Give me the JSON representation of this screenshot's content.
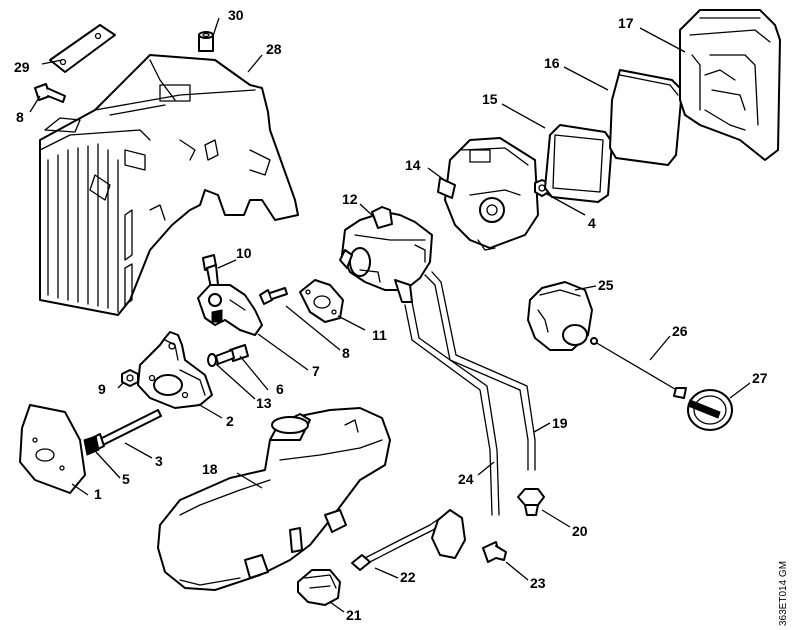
{
  "drawing_code": "363ET014 GM",
  "callouts": {
    "p1": "1",
    "p2": "2",
    "p3": "3",
    "p4": "4",
    "p5": "5",
    "p6": "6",
    "p7": "7",
    "p8a": "8",
    "p8b": "8",
    "p9": "9",
    "p10": "10",
    "p11": "11",
    "p12": "12",
    "p13": "13",
    "p14": "14",
    "p15": "15",
    "p16": "16",
    "p17": "17",
    "p18": "18",
    "p19": "19",
    "p20": "20",
    "p21": "21",
    "p22": "22",
    "p23": "23",
    "p24": "24",
    "p25": "25",
    "p26": "26",
    "p27": "27",
    "p28": "28",
    "p29": "29",
    "p30": "30"
  }
}
